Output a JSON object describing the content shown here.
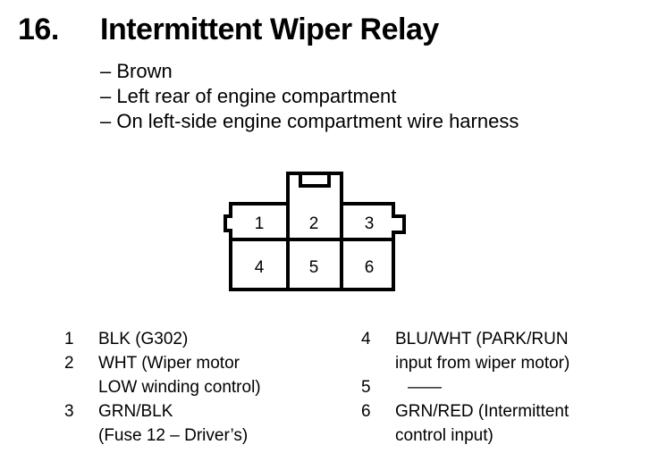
{
  "header": {
    "number": "16.",
    "title": "Intermittent Wiper Relay"
  },
  "details": [
    "– Brown",
    "– Left rear of engine compartment",
    "– On left-side engine compartment wire harness"
  ],
  "connector": {
    "pins": [
      "1",
      "2",
      "3",
      "4",
      "5",
      "6"
    ]
  },
  "pinout_left": [
    {
      "pin": "1",
      "desc": "BLK (G302)"
    },
    {
      "pin": "2",
      "desc": "WHT (Wiper motor\nLOW winding control)"
    },
    {
      "pin": "3",
      "desc": "GRN/BLK\n(Fuse 12 – Driver’s)"
    }
  ],
  "pinout_right": [
    {
      "pin": "4",
      "desc": "BLU/WHT (PARK/RUN\ninput from wiper motor)"
    },
    {
      "pin": "5",
      "desc": "——"
    },
    {
      "pin": "6",
      "desc": "GRN/RED (Intermittent\ncontrol input)"
    }
  ]
}
